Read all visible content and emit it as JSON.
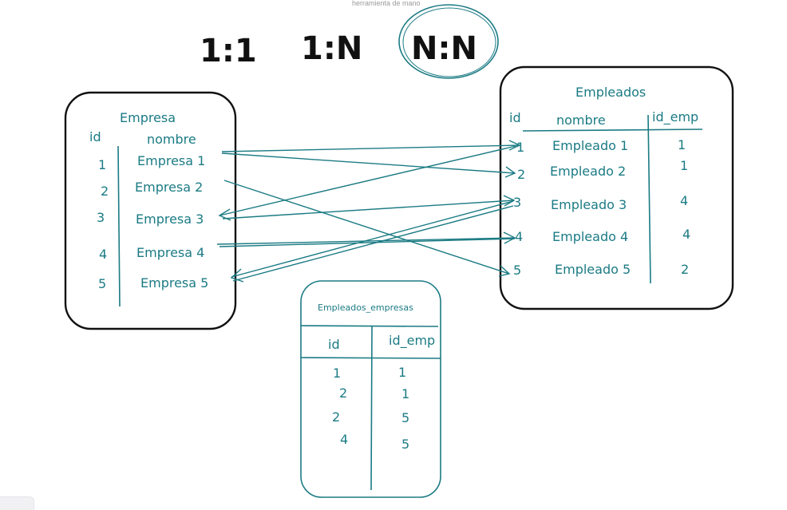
{
  "hint_text": "herramienta de mano",
  "relation_types": [
    "1:1",
    "1:N",
    "N:N"
  ],
  "selected_relation": "N:N",
  "colors": {
    "ink": "#111111",
    "accent": "#1b7b84",
    "hint": "#9a9a9a"
  },
  "empresa_table": {
    "title": "Empresa",
    "headers": [
      "id",
      "nombre"
    ],
    "rows": [
      {
        "id": "1",
        "nombre": "Empresa 1"
      },
      {
        "id": "2",
        "nombre": "Empresa 2"
      },
      {
        "id": "3",
        "nombre": "Empresa 3"
      },
      {
        "id": "4",
        "nombre": "Empresa 4"
      },
      {
        "id": "5",
        "nombre": "Empresa 5"
      }
    ]
  },
  "empleados_table": {
    "title": "Empleados",
    "headers": [
      "id",
      "nombre",
      "id_emp"
    ],
    "rows": [
      {
        "id": "1",
        "nombre": "Empleado 1",
        "id_emp": "1"
      },
      {
        "id": "2",
        "nombre": "Empleado 2",
        "id_emp": "1"
      },
      {
        "id": "3",
        "nombre": "Empleado 3",
        "id_emp": "4"
      },
      {
        "id": "4",
        "nombre": "Empleado 4",
        "id_emp": "4"
      },
      {
        "id": "5",
        "nombre": "Empleado 5",
        "id_emp": "2"
      }
    ]
  },
  "junction_table": {
    "title": "Empleados_empresas",
    "headers": [
      "id",
      "id_emp"
    ],
    "rows": [
      {
        "id": "1",
        "id_emp": "1"
      },
      {
        "id": "2",
        "id_emp": "1"
      },
      {
        "id": "2",
        "id_emp": "5"
      },
      {
        "id": "4",
        "id_emp": "5"
      }
    ]
  },
  "connections": [
    {
      "from": "Empresa 1",
      "to": "Empleado 1"
    },
    {
      "from": "Empresa 1",
      "to": "Empleado 2"
    },
    {
      "from": "Empresa 2",
      "to": "Empleado 5"
    },
    {
      "from": "Empleado 1",
      "to": "Empresa 3"
    },
    {
      "from": "Empresa 4",
      "to": "Empleado 4"
    },
    {
      "from": "Empleado 3",
      "to": "Empresa 5"
    },
    {
      "from": "Empleado 3",
      "to": "Empresa 5"
    },
    {
      "from": "Empresa 3",
      "to": "Empleado 3"
    }
  ]
}
